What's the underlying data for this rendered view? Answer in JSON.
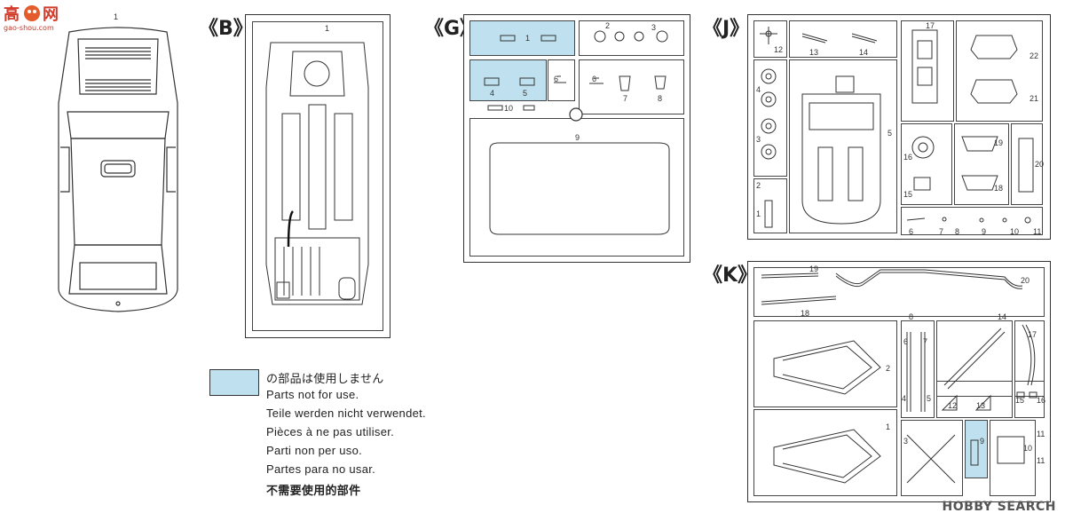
{
  "watermark": {
    "logo_text": "高手网",
    "url": "gao-shou.com"
  },
  "car_view": {
    "part_no": "1"
  },
  "sections": {
    "B": {
      "label": "《B》",
      "parts": [
        "1"
      ]
    },
    "G": {
      "label": "《G》",
      "parts": [
        "1",
        "2",
        "3",
        "4",
        "5",
        "6",
        "6",
        "7",
        "8",
        "9",
        "10"
      ]
    },
    "J": {
      "label": "《J》",
      "parts": [
        "12",
        "13",
        "14",
        "17",
        "22",
        "21",
        "4",
        "3",
        "5",
        "19",
        "16",
        "15",
        "18",
        "20",
        "2",
        "1",
        "6",
        "7",
        "8",
        "9",
        "10",
        "11"
      ]
    },
    "K": {
      "label": "《K》",
      "parts": [
        "19",
        "20",
        "18",
        "14",
        "17",
        "2",
        "7",
        "6",
        "8",
        "4",
        "5",
        "12",
        "13",
        "15",
        "16",
        "1",
        "3",
        "9",
        "10",
        "11",
        "11"
      ]
    }
  },
  "legend": {
    "lines": [
      "の部品は使用しません",
      "Parts not for use.",
      "Teile werden nicht verwendet.",
      "Pièces à ne pas utiliser.",
      "Parti non per uso.",
      "Partes para no usar.",
      "不需要使用的部件"
    ],
    "swatch_color": "#bfe0ef"
  },
  "footer": {
    "brand": "HOBBY SEARCH"
  }
}
